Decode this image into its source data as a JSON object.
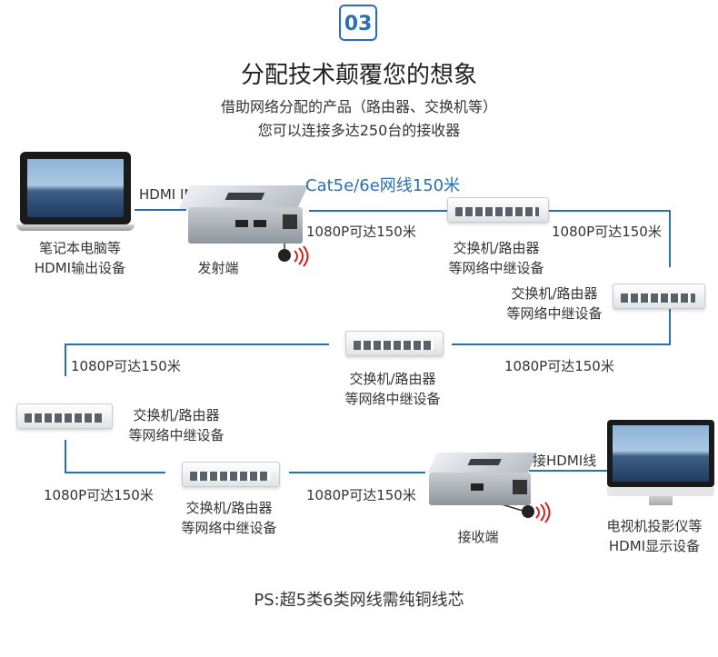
{
  "header": {
    "badge": "03",
    "title": "分配技术颠覆您的想象",
    "subtitle_1": "借助网络分配的产品（路由器、交换机等）",
    "subtitle_2": "您可以连接多达250台的接收器"
  },
  "source": {
    "label_1": "笔记本电脑等",
    "label_2": "HDMI输出设备",
    "cable_label": "HDMI  IN"
  },
  "transmitter": {
    "label": "发射端"
  },
  "cable_type": "Cat5e/6e网线150米",
  "speed": "1080P可达150米",
  "switches": [
    {
      "label_1": "交换机/路由器",
      "label_2": "等网络中继设备"
    },
    {
      "label_1": "交换机/路由器",
      "label_2": "等网络中继设备"
    },
    {
      "label_1": "交换机/路由器",
      "label_2": "等网络中继设备"
    },
    {
      "label_1": "交换机/路由器",
      "label_2": "等网络中继设备"
    },
    {
      "label_1": "交换机/路由器",
      "label_2": "等网络中继设备"
    }
  ],
  "receiver": {
    "label": "接收端",
    "cable_label": "接HDMI线"
  },
  "display": {
    "label_1": "电视机投影仪等",
    "label_2": "HDMI显示设备"
  },
  "footer": "PS:超5类6类网线需纯铜线芯",
  "colors": {
    "accent": "#2a6fb0",
    "ir_signal": "#d42020"
  }
}
